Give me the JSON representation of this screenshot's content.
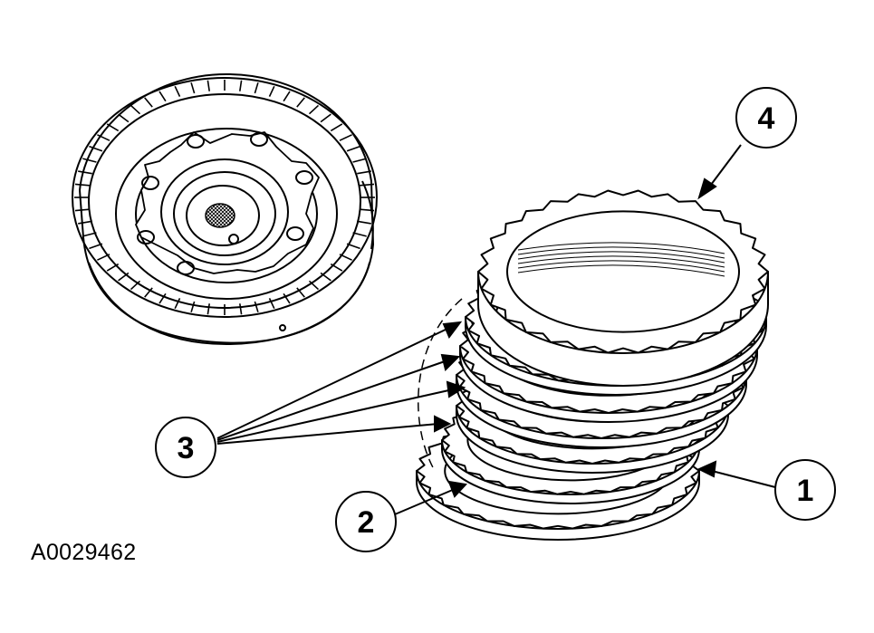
{
  "figure_id": "A0029462",
  "callouts": {
    "c1": "1",
    "c2": "2",
    "c3": "3",
    "c4": "4"
  },
  "colors": {
    "ink": "#000000",
    "paper": "#ffffff"
  },
  "icons": {
    "clutch_hub": "clutch-drum-illustration",
    "plate_stack": "clutch-plate-stack-illustration"
  }
}
